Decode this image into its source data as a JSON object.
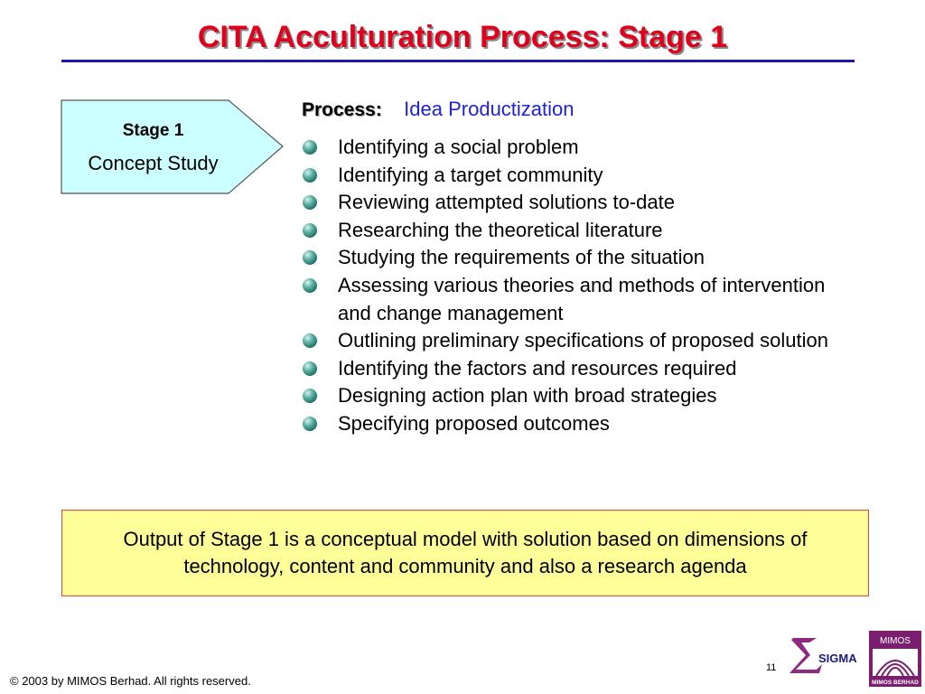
{
  "slide": {
    "title": "CITA Acculturation Process: Stage 1",
    "stage": {
      "label": "Stage 1",
      "name": "Concept Study"
    },
    "process": {
      "key": "Process:",
      "name": "Idea Productization",
      "steps": [
        "Identifying a social problem",
        "Identifying a target community",
        "Reviewing attempted solutions to-date",
        "Researching the theoretical literature",
        "Studying the requirements of the situation",
        "Assessing various theories and methods of intervention  and change management",
        "Outlining preliminary specifications of proposed solution",
        "Identifying the factors and resources required",
        "Designing action plan with broad strategies",
        "Specifying proposed outcomes"
      ]
    },
    "output": "Output of Stage 1 is a conceptual model with solution based on dimensions of technology, content and community and also a research agenda"
  },
  "footer": {
    "page_number": "11",
    "copyright": "© 2003 by MIMOS Berhad. All rights reserved.",
    "sigma_logo_text": "SIGMA",
    "mimos_logo_top": "MIMOS",
    "mimos_logo_bottom": "MIMOS BERHAD"
  },
  "colors": {
    "title": "#e0001b",
    "title_rule": "#1a1aa6",
    "stage_fill": "#ccffff",
    "process_name": "#1f22d9",
    "output_fill": "#ffff99",
    "output_border": "#e2453a",
    "mimos_purple": "#7a1f6e"
  }
}
